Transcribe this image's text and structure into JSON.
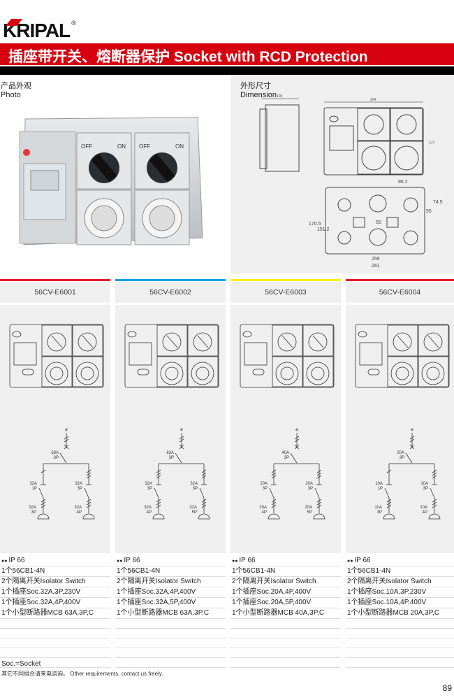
{
  "brand": {
    "name": "KRIPAL",
    "reg": "®"
  },
  "header": {
    "title": "插座带开关、熔断器保护  Socket with RCD Protection"
  },
  "photo": {
    "title_cn": "产品外观",
    "title_en": "Photo",
    "off_label": "OFF",
    "on_label": "ON"
  },
  "dimension": {
    "title_cn": "外形尺寸",
    "title_en": "Dimension",
    "labels": {
      "side_width": "108",
      "front_width": "294",
      "front_height": "177",
      "hole_spacing_x": "96.2",
      "hole_h1": "74.5",
      "hole_h2": "55",
      "center": "55",
      "mount_h1": "170.5",
      "mount_h2": "151.2",
      "mount_w1": "256",
      "mount_w2": "261"
    }
  },
  "accent_colors": [
    "#e8192c",
    "#00a0e9",
    "#fff100",
    "#e8192c"
  ],
  "models": [
    {
      "code": "56CV-E6001",
      "main": {
        "top": "ø",
        "rating": "63A",
        "poles": "3P"
      },
      "left": {
        "rating": "32A",
        "poles": "1P",
        "sock_rating": "32A",
        "sock_poles": "3P"
      },
      "right": {
        "rating": "32A",
        "poles": "3P",
        "sock_rating": "32A",
        "sock_poles": "4P"
      },
      "specs": [
        "IP 66",
        "1个56CB1-4N",
        "2个隔离开关Isolator Switch",
        "1个插座Soc.32A,3P,230V",
        "1个插座Soc.32A,4P,400V",
        "1个小型断路器MCB 63A,3P,C"
      ]
    },
    {
      "code": "56CV-E6002",
      "main": {
        "top": "ø",
        "rating": "63A",
        "poles": "3P"
      },
      "left": {
        "rating": "32A",
        "poles": "3P",
        "sock_rating": "32A",
        "sock_poles": "4P"
      },
      "right": {
        "rating": "32A",
        "poles": "3P",
        "sock_rating": "32A",
        "sock_poles": "5P"
      },
      "specs": [
        "IP 66",
        "1个56CB1-4N",
        "2个隔离开关Isolator Switch",
        "1个插座Soc.32A,4P,400V",
        "1个插座Soc.32A,5P,400V",
        "1个小型断路器MCB 63A,3P,C"
      ]
    },
    {
      "code": "56CV-E6003",
      "main": {
        "top": "ø",
        "rating": "40A",
        "poles": "3P"
      },
      "left": {
        "rating": "20A",
        "poles": "3P",
        "sock_rating": "20A",
        "sock_poles": "4P"
      },
      "right": {
        "rating": "20A",
        "poles": "3P",
        "sock_rating": "20A",
        "sock_poles": "5P"
      },
      "specs": [
        "IP 66",
        "1个56CB1-4N",
        "2个隔离开关Isolator Switch",
        "1个插座Soc.20A,4P,400V",
        "1个插座Soc.20A,5P,400V",
        "1个小型断路器MCB 40A,3P,C"
      ]
    },
    {
      "code": "56CV-E6004",
      "main": {
        "top": "ø",
        "rating": "20A",
        "poles": "3P"
      },
      "left": {
        "rating": "10A",
        "poles": "1P",
        "sock_rating": "10A",
        "sock_poles": "3P"
      },
      "right": {
        "rating": "10A",
        "poles": "3P",
        "sock_rating": "10A",
        "sock_poles": "4P"
      },
      "specs": [
        "IP 66",
        "1个56CB1-4N",
        "2个隔离开关Isolator Switch",
        "1个插座Soc.10A,3P,230V",
        "1个插座Soc.10A,4P,400V",
        "1个小型断路器MCB 20A,3P,C"
      ]
    }
  ],
  "footer": {
    "note1": "Soc.=Socket",
    "note2": "其它不同组合请来电咨询。 Other requirements, contact us freely.",
    "page": "89"
  }
}
